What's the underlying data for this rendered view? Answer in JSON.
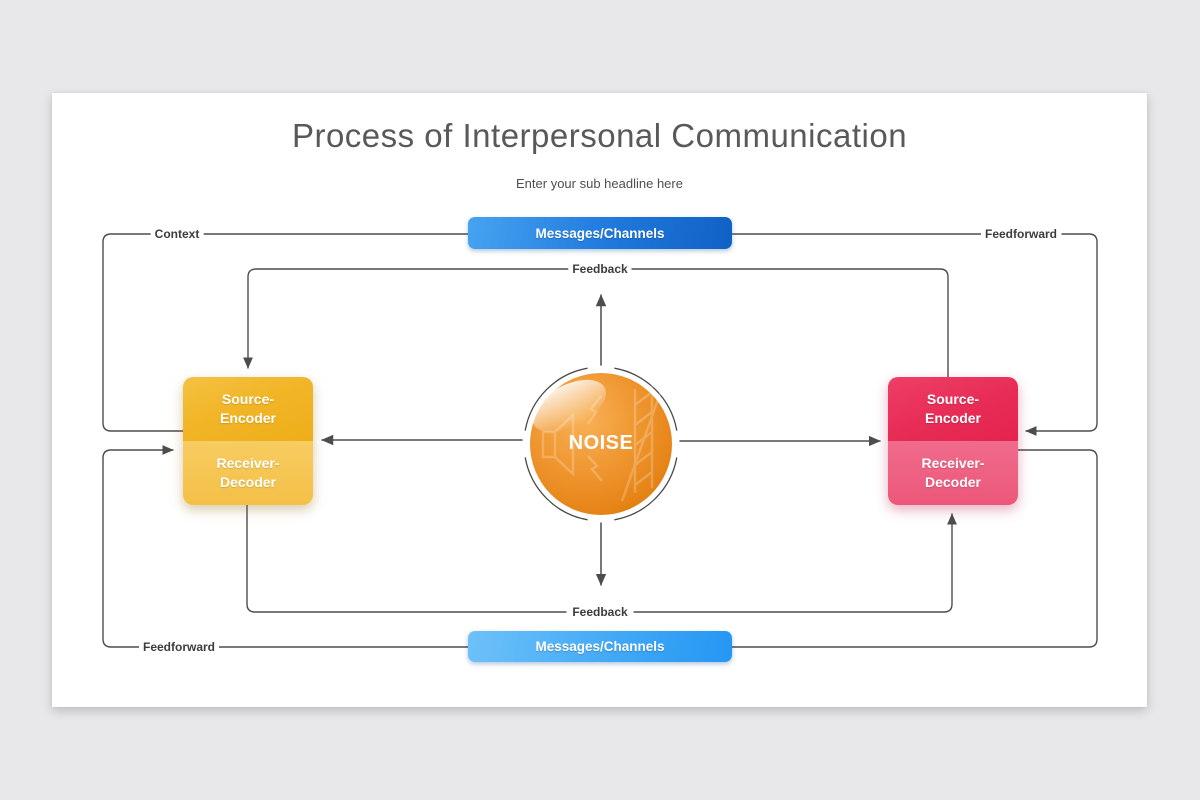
{
  "slide": {
    "title": "Process of Interpersonal Communication",
    "subtitle": "Enter your sub headline here"
  },
  "channels": {
    "top_label": "Messages/Channels",
    "bottom_label": "Messages/Channels"
  },
  "boxes": {
    "left": {
      "top": "Source-\nEncoder",
      "bottom": "Receiver-\nDecoder"
    },
    "right": {
      "top": "Source-\nEncoder",
      "bottom": "Receiver-\nDecoder"
    }
  },
  "noise": {
    "label": "NOISE",
    "icon": "muted-speaker-noise-barrier-icon"
  },
  "connector_labels": {
    "context": "Context",
    "feedforward_top": "Feedforward",
    "feedback_top": "Feedback",
    "feedback_bottom": "Feedback",
    "feedforward_bottom": "Feedforward"
  },
  "colors": {
    "background": "#e8e8ea",
    "slide": "#ffffff",
    "title_text": "#595959",
    "line": "#4d4d4d",
    "channel_top_blue": "#1a6fd4",
    "channel_bottom_blue": "#42a9f6",
    "box_left_yellow_top": "#f1b527",
    "box_left_yellow_bottom": "#f5c654",
    "box_right_pink_top": "#e72c56",
    "box_right_pink_bottom": "#ee6180",
    "noise_orange": "#ee9130"
  }
}
